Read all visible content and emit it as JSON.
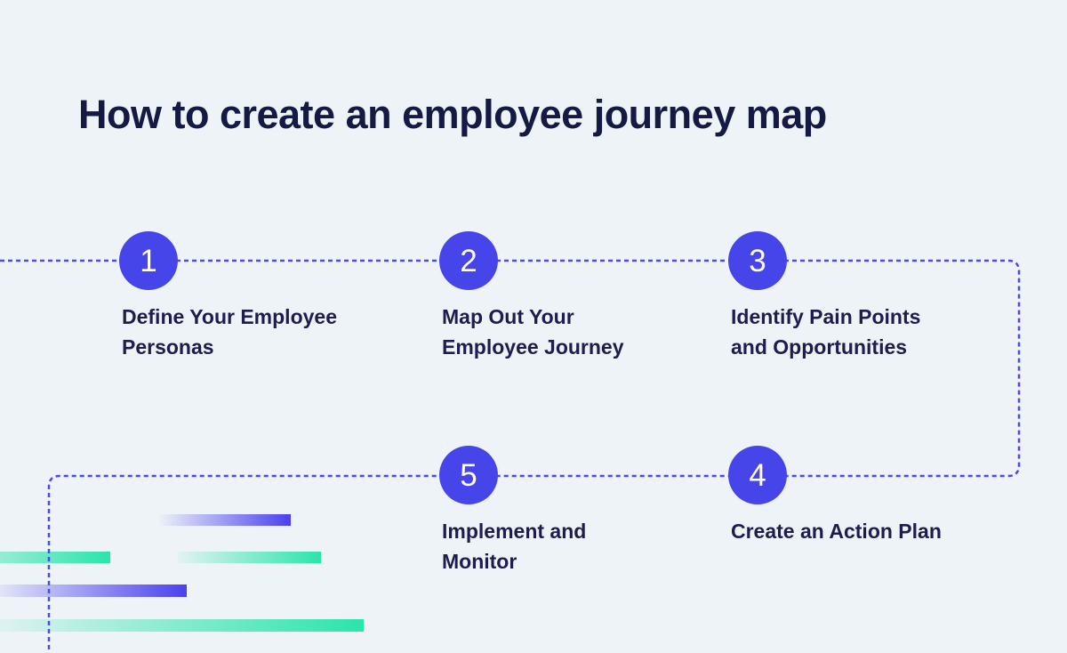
{
  "title": "How to create an employee journey map",
  "steps": [
    {
      "number": "1",
      "label": "Define Your Employee Personas",
      "line1": "Define Your Employee",
      "line2": "Personas"
    },
    {
      "number": "2",
      "label": "Map Out Your Employee Journey",
      "line1": "Map Out Your",
      "line2": "Employee Journey"
    },
    {
      "number": "3",
      "label": "Identify Pain Points and Opportunities",
      "line1": "Identify Pain Points",
      "line2": "and Opportunities"
    },
    {
      "number": "4",
      "label": "Create an Action Plan",
      "line1": "Create an Action Plan",
      "line2": ""
    },
    {
      "number": "5",
      "label": "Implement and Monitor",
      "line1": "Implement and",
      "line2": "Monitor"
    }
  ],
  "colors": {
    "background": "#edf3f7",
    "title": "#141a43",
    "step_text": "#1d1d4f",
    "circle": "#4645e9",
    "circle_number": "#ffffff",
    "line": "#4c49ea",
    "bar_blue": "#4a41ee",
    "bar_teal": "#2be4ad"
  }
}
